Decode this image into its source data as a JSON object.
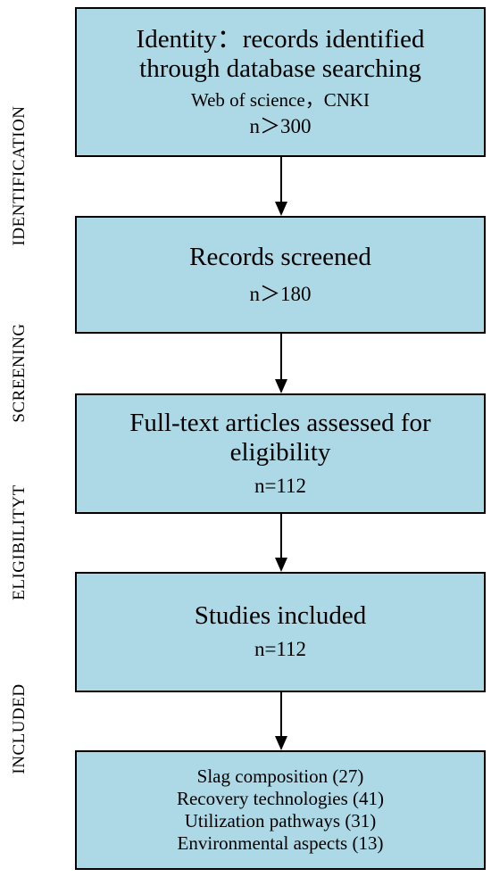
{
  "stages": {
    "identification": "IDENTIFICATION",
    "screening": "SCREENING",
    "eligibility": "ELIGIBILITYT",
    "included": "INCLUDED"
  },
  "boxes": {
    "identity": {
      "line1": "Identity：records identified",
      "line2": "through database searching",
      "sources": "Web of science，CNKI",
      "count": "n＞300"
    },
    "screened": {
      "title": "Records screened",
      "count": "n＞180"
    },
    "fulltext": {
      "line1": "Full-text articles assessed for",
      "line2": "eligibility",
      "count": "n=112"
    },
    "included": {
      "title": "Studies included",
      "count": "n=112"
    },
    "categories": {
      "items": [
        "Slag composition (27)",
        "Recovery technologies (41)",
        "Utilization pathways (31)",
        "Environmental aspects (13)"
      ]
    }
  },
  "colors": {
    "box_fill": "#add8e6",
    "border": "#000000"
  }
}
